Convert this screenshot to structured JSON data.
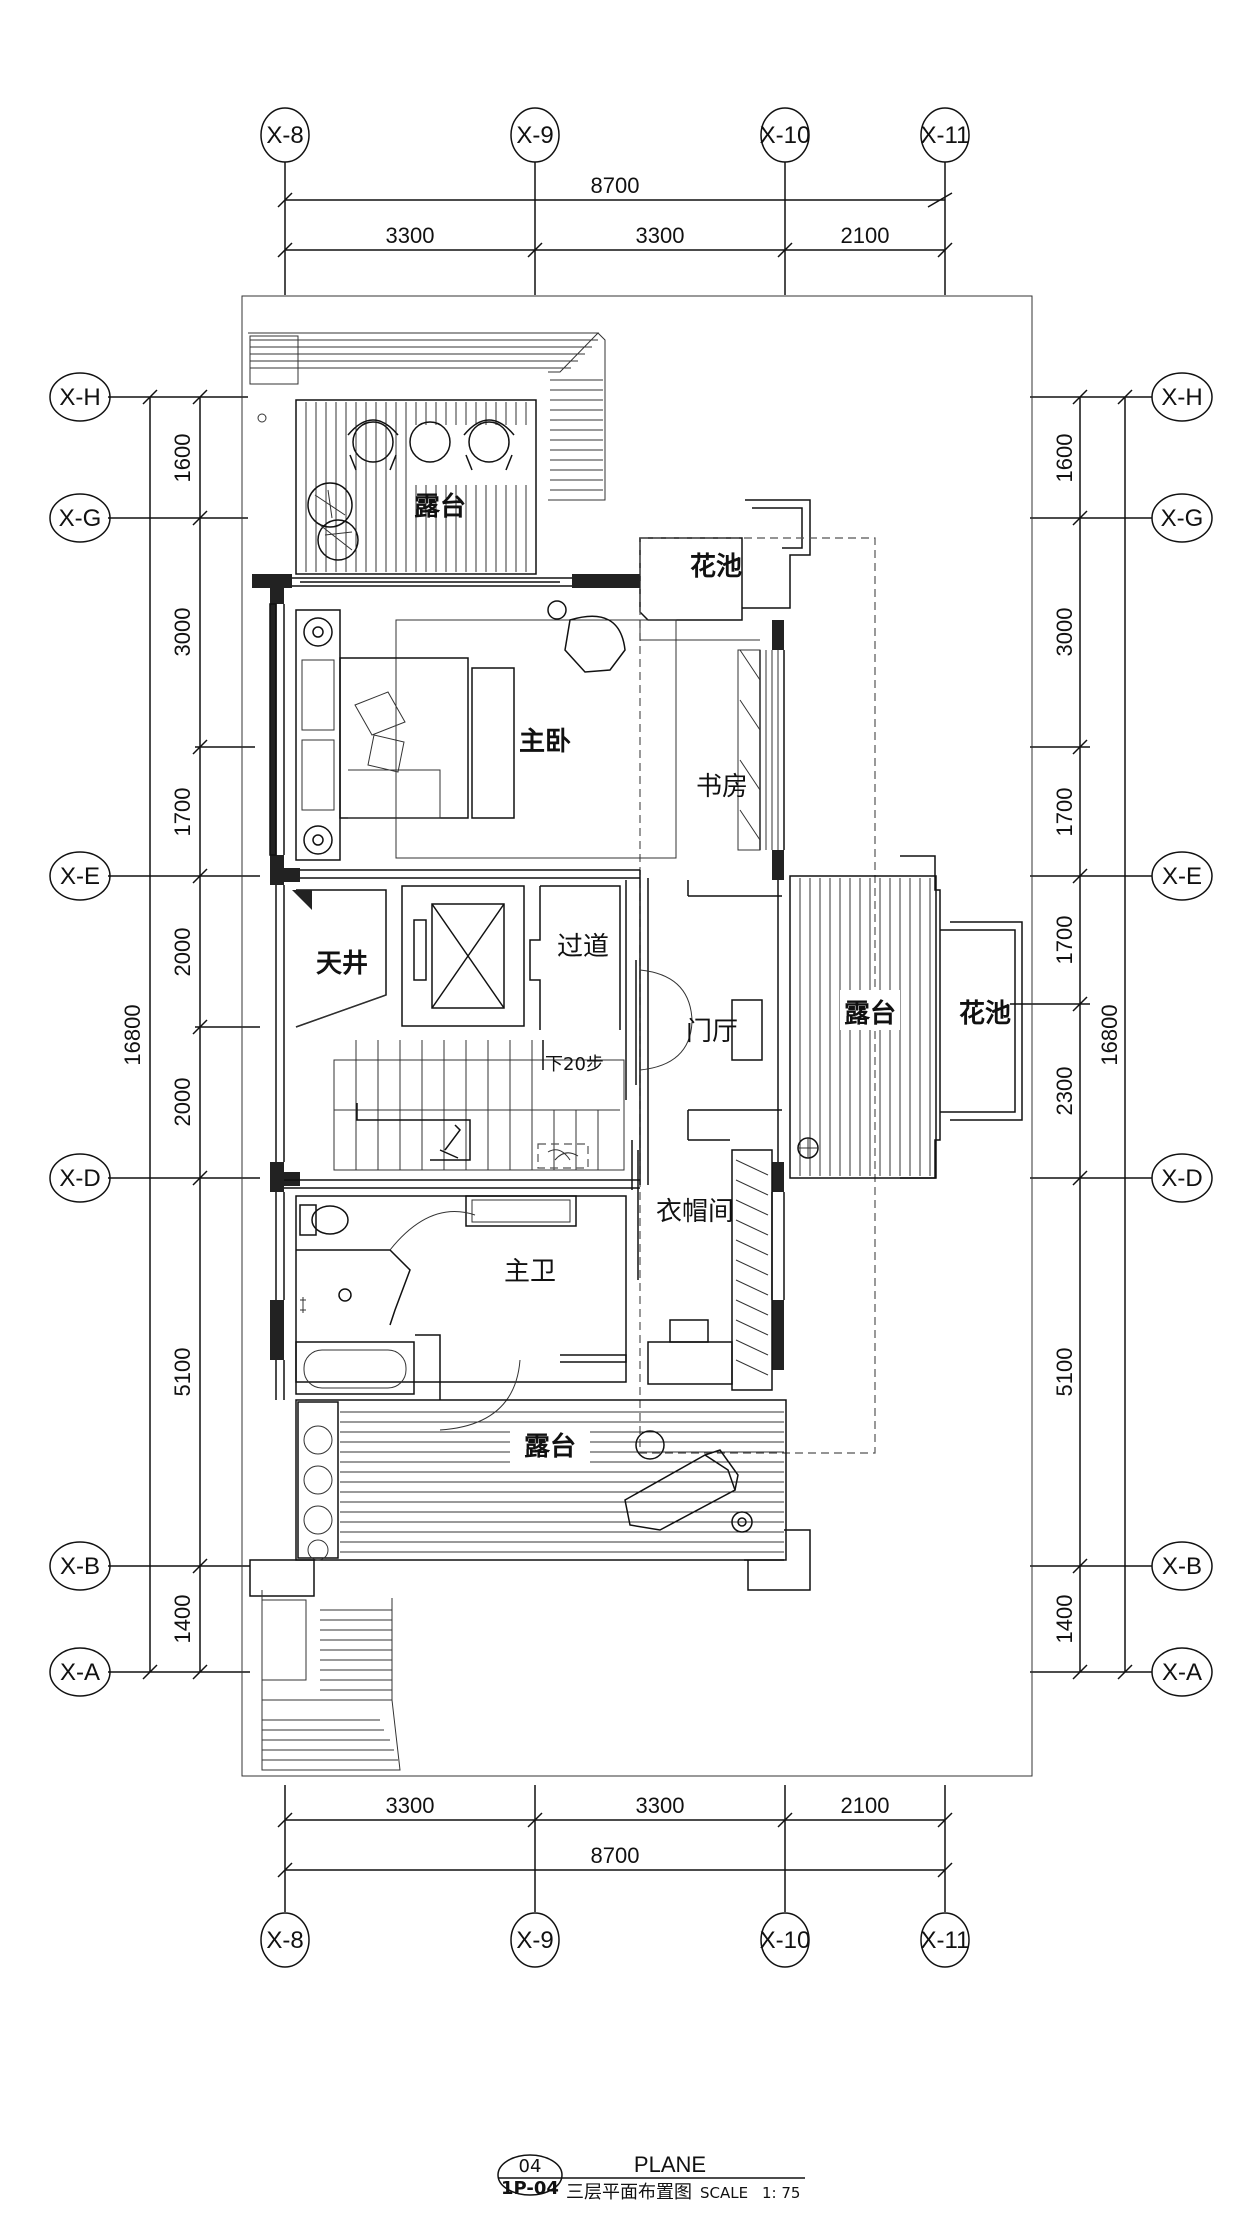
{
  "grid": {
    "cols": [
      "X-8",
      "X-9",
      "X-10",
      "X-11"
    ],
    "rows": [
      "X-H",
      "X-G",
      "X-E",
      "X-D",
      "X-B",
      "X-A"
    ]
  },
  "dims": {
    "top_total": "8700",
    "top_parts": [
      "3300",
      "3300",
      "2100"
    ],
    "bottom_total": "8700",
    "bottom_parts": [
      "3300",
      "3300",
      "2100"
    ],
    "left_parts": [
      "1600",
      "3000",
      "1700",
      "2000",
      "2000",
      "5100",
      "1400"
    ],
    "left_total": "16800",
    "right_parts": [
      "1600",
      "3000",
      "1700",
      "1700",
      "2300",
      "5100",
      "1400"
    ],
    "right_total": "16800"
  },
  "rooms": {
    "terrace_top": "露台",
    "flower_pool_top": "花池",
    "master_bedroom": "主卧",
    "study": "书房",
    "atrium": "天井",
    "corridor": "过道",
    "foyer": "门厅",
    "terrace_right": "露台",
    "flower_pool_right": "花池",
    "stairs_note": "下20步",
    "cloakroom": "衣帽间",
    "master_bath": "主卫",
    "terrace_bottom": "露台"
  },
  "title_block": {
    "number": "04",
    "code": "1P-04",
    "plane": "PLANE",
    "name": "三层平面布置图",
    "scale_label": "SCALE",
    "scale_value": "1: 75"
  },
  "colors": {
    "ink": "#111111",
    "wall": "#222222"
  }
}
